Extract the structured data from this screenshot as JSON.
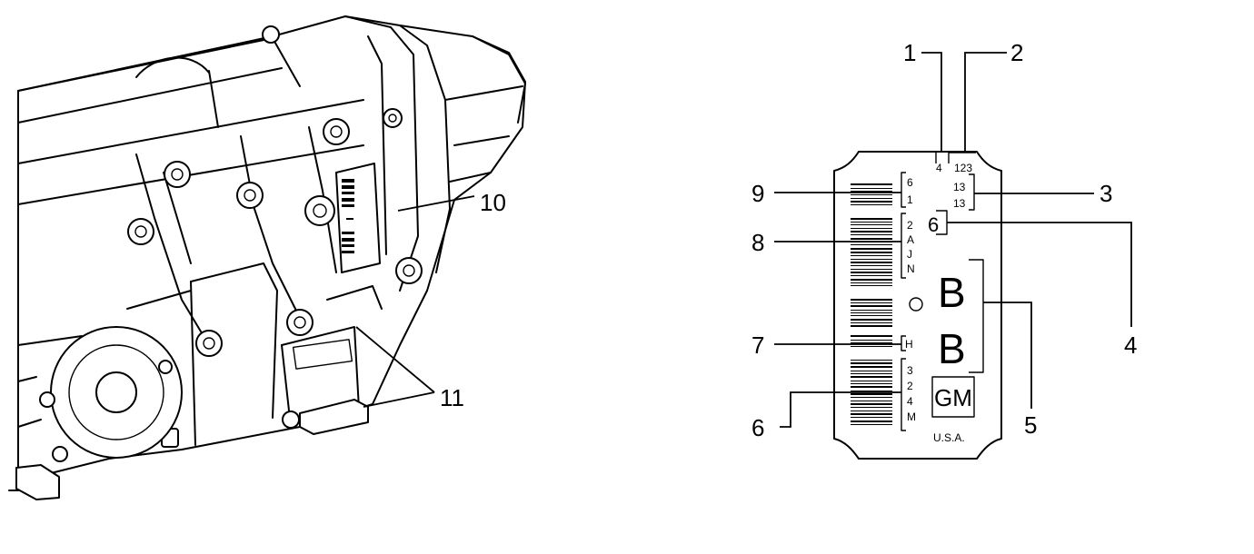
{
  "callouts": {
    "c1": "1",
    "c2": "2",
    "c3": "3",
    "c4": "4",
    "c5": "5",
    "c6": "6",
    "c7": "7",
    "c8": "8",
    "c9": "9",
    "c10": "10",
    "c11": "11"
  },
  "label": {
    "top_left_digit": "4",
    "top_right_digits": "123",
    "line2_left": "6",
    "line2_right": "13",
    "line3_left": "1",
    "line3_right": "13",
    "mid_digit": "6",
    "col_chars_a": [
      "2",
      "A",
      "J",
      "N"
    ],
    "big_letter_1": "B",
    "big_letter_2": "B",
    "h_char": "H",
    "col_chars_b": [
      "3",
      "2",
      "4",
      "M"
    ],
    "logo_text": "GM",
    "country": "U.S.A."
  }
}
